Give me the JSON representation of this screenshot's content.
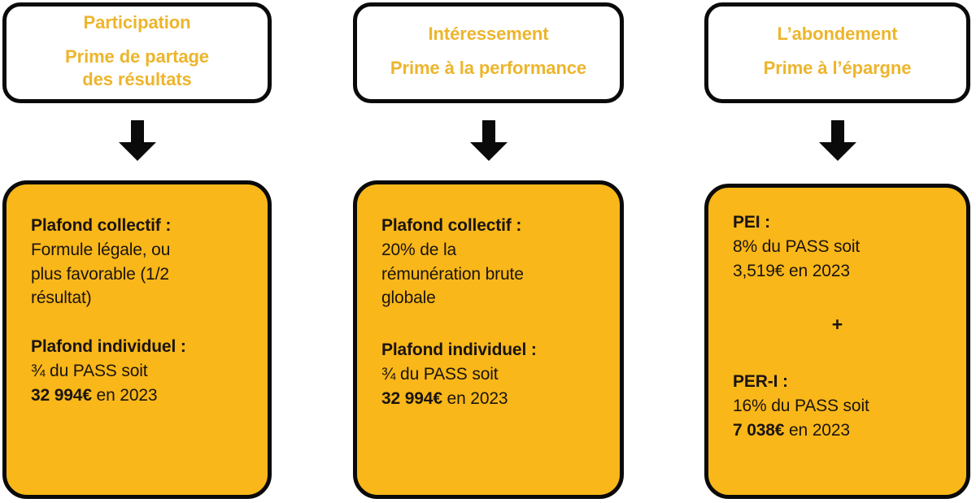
{
  "palette": {
    "box_fill": "#f9b719",
    "border": "#0a0a0a",
    "header_text": "#edb52c",
    "body_text": "#1a1410",
    "background": "#ffffff"
  },
  "diagram": {
    "type": "three-column-flow",
    "arrow_icon": "arrow-down-icon",
    "columns": [
      {
        "id": "participation",
        "header": {
          "title": "Participation",
          "subtitle_line_1": "Prime de partage",
          "subtitle_line_2": "des résultats"
        },
        "blocks": [
          {
            "title": "Plafond collectif :",
            "lines": [
              {
                "text": "Formule légale, ou",
                "bold": false
              },
              {
                "text": "plus favorable (1/2",
                "bold": false
              },
              {
                "text": "résultat)",
                "bold": false
              }
            ]
          },
          {
            "title": "Plafond individuel :",
            "lines": [
              {
                "text": "¾ du PASS soit",
                "bold": false
              },
              {
                "text": "32 994€",
                "suffix": " en 2023",
                "bold": true
              }
            ]
          }
        ]
      },
      {
        "id": "interessement",
        "header": {
          "title": "Intéressement",
          "subtitle_line_1": "Prime à la performance",
          "subtitle_line_2": ""
        },
        "blocks": [
          {
            "title": "Plafond collectif :",
            "lines": [
              {
                "text": "20% de la",
                "bold": false
              },
              {
                "text": "rémunération brute",
                "bold": false
              },
              {
                "text": "globale",
                "bold": false
              }
            ]
          },
          {
            "title": "Plafond individuel :",
            "lines": [
              {
                "text": "¾ du PASS soit",
                "bold": false
              },
              {
                "text": "32 994€",
                "suffix": " en 2023",
                "bold": true
              }
            ]
          }
        ]
      },
      {
        "id": "abondement",
        "header": {
          "title": "L’abondement",
          "subtitle_line_1": "Prime à l’épargne",
          "subtitle_line_2": ""
        },
        "separator": "+",
        "blocks": [
          {
            "title": "PEI :",
            "lines": [
              {
                "text": "8% du PASS soit",
                "bold": false
              },
              {
                "text": "3,519€ en 2023",
                "bold": false
              }
            ]
          },
          {
            "title": "PER-I :",
            "lines": [
              {
                "text": "16% du PASS soit",
                "bold": false
              },
              {
                "text": "7 038€",
                "suffix": " en 2023",
                "bold": true
              }
            ]
          }
        ]
      }
    ]
  }
}
